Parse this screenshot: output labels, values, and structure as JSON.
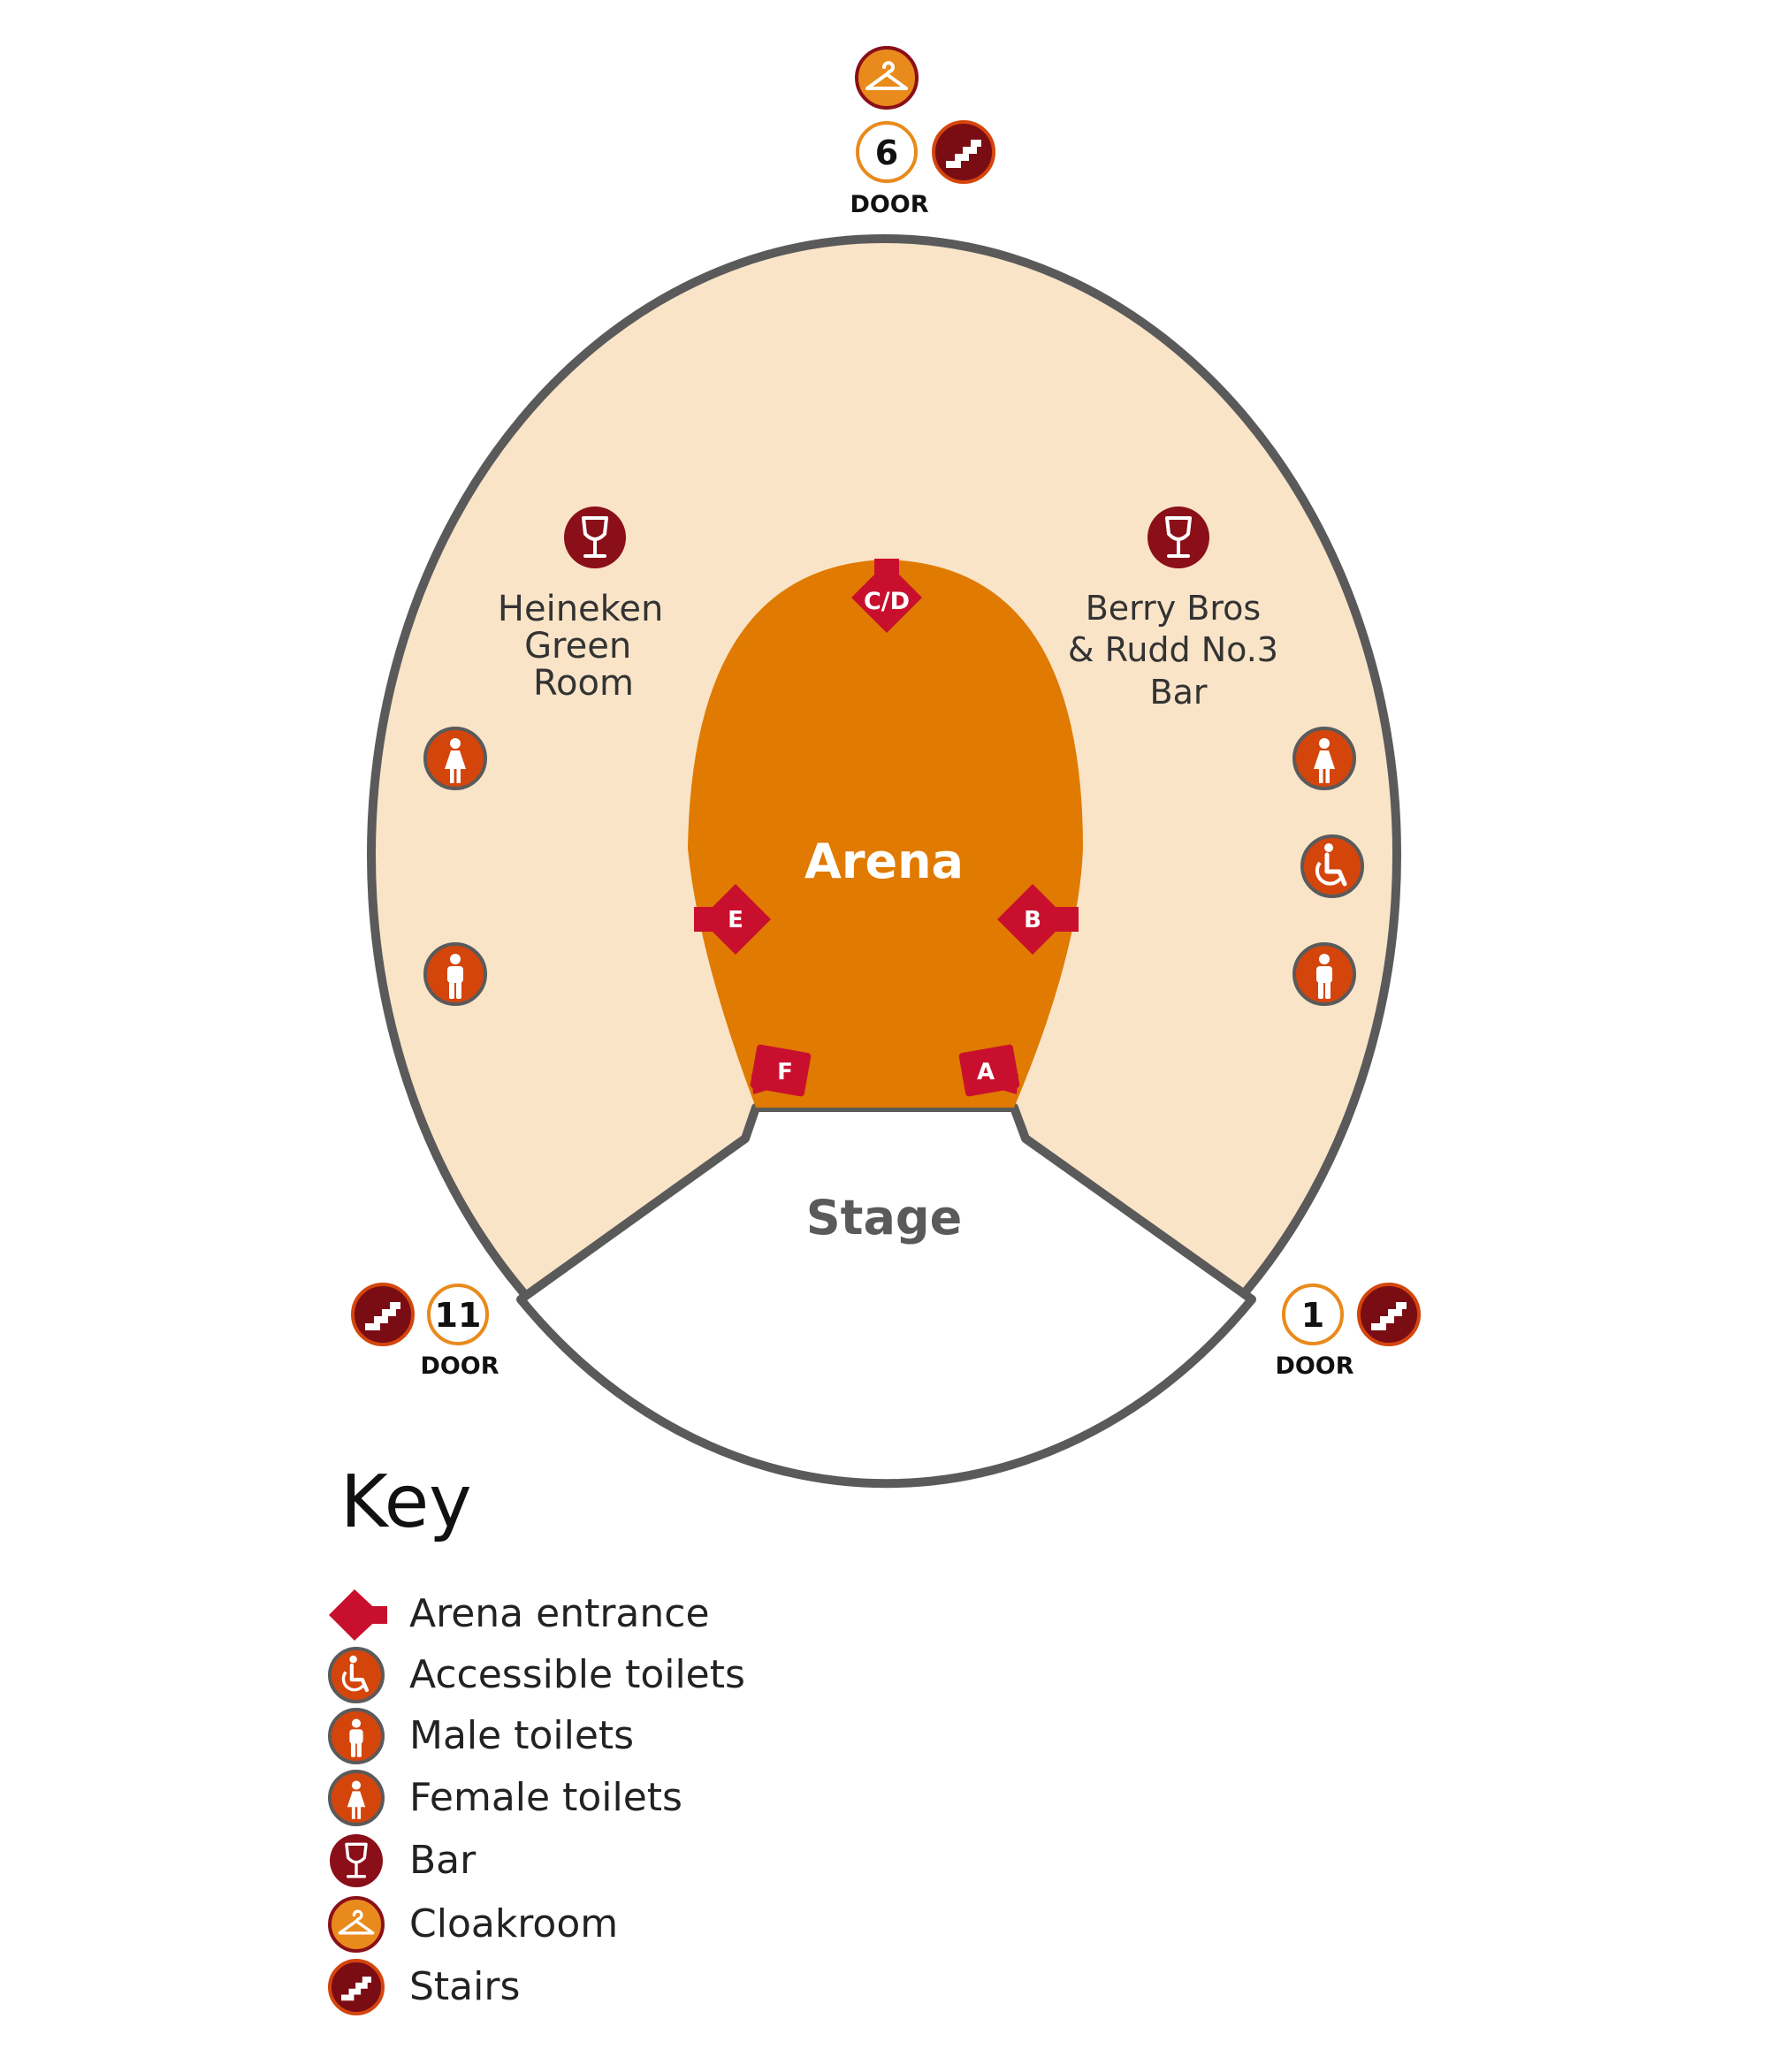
{
  "colors": {
    "outline": "#5a5a5a",
    "concourse": "#f9e4c8",
    "arena": "#e07a00",
    "entrance": "#c8102e",
    "toilet": "#d4450c",
    "bar": "#8b0f18",
    "stairs": "#7a0c14",
    "cloakroom": "#e98a1c",
    "text": "#333333",
    "stage_text": "#5a5a5a"
  },
  "map": {
    "arena_label": "Arena",
    "stage_label": "Stage",
    "bars": {
      "left_name": "Heineken Green Room",
      "left_lines": [
        "Heineken",
        "Green",
        "Room"
      ],
      "right_name": "Berry Bros & Rudd No.3 Bar",
      "right_lines": [
        "Berry Bros",
        "& Rudd No.3",
        "Bar"
      ]
    },
    "entrances": {
      "cd": "C/D",
      "a": "A",
      "b": "B",
      "e": "E",
      "f": "F"
    },
    "doors": {
      "top_number": "6",
      "left_number": "11",
      "right_number": "1",
      "door_label": "DOOR"
    }
  },
  "legend": {
    "title": "Key",
    "items": [
      {
        "icon": "arena-entrance-icon",
        "label": "Arena entrance"
      },
      {
        "icon": "accessible-toilet-icon",
        "label": "Accessible toilets"
      },
      {
        "icon": "male-toilet-icon",
        "label": "Male toilets"
      },
      {
        "icon": "female-toilet-icon",
        "label": "Female toilets"
      },
      {
        "icon": "bar-wine-glass-icon",
        "label": "Bar"
      },
      {
        "icon": "cloakroom-hanger-icon",
        "label": "Cloakroom"
      },
      {
        "icon": "stairs-icon",
        "label": "Stairs"
      }
    ]
  }
}
